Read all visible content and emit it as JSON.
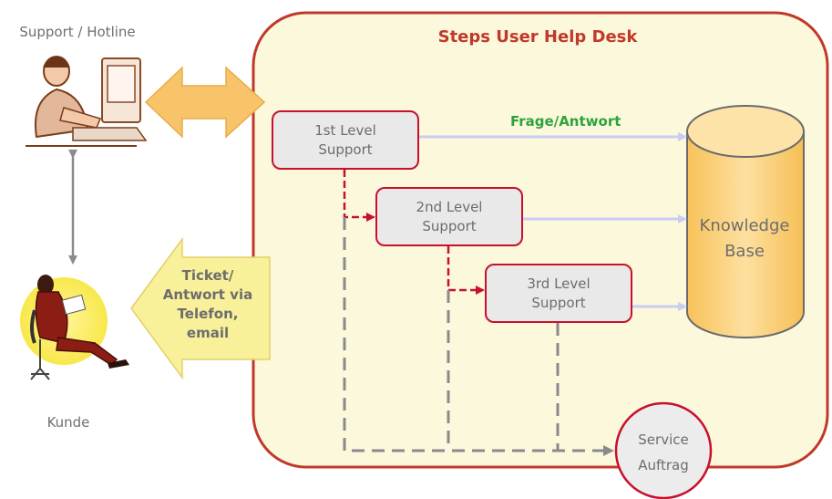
{
  "diagram": {
    "support_hotline_label": "Support / Hotline",
    "title": "Steps User Help Desk",
    "first_level": "1st Level\nSupport",
    "second_level": "2nd Level\nSupport",
    "third_level": "3rd Level\nSupport",
    "frage_antwort": "Frage/Antwort",
    "knowledge_base": "Knowledge\nBase",
    "ticket_text": "Ticket/\nAntwort via\nTelefon,\nemail",
    "kunde_label": "Kunde",
    "service_auftrag": "Service\nAuftrag"
  },
  "colors": {
    "panel_fill": "#fcf8dc",
    "panel_border": "#c0392b",
    "level_border": "#c8102e",
    "kb_fill": "#fcd27a",
    "arrow_orange": "#f9c36a",
    "arrow_yellow": "#f9f09a",
    "connector_blue": "#c9cdf5",
    "dash_gray": "#8a8a8a",
    "accent_green": "#2ea33b"
  }
}
